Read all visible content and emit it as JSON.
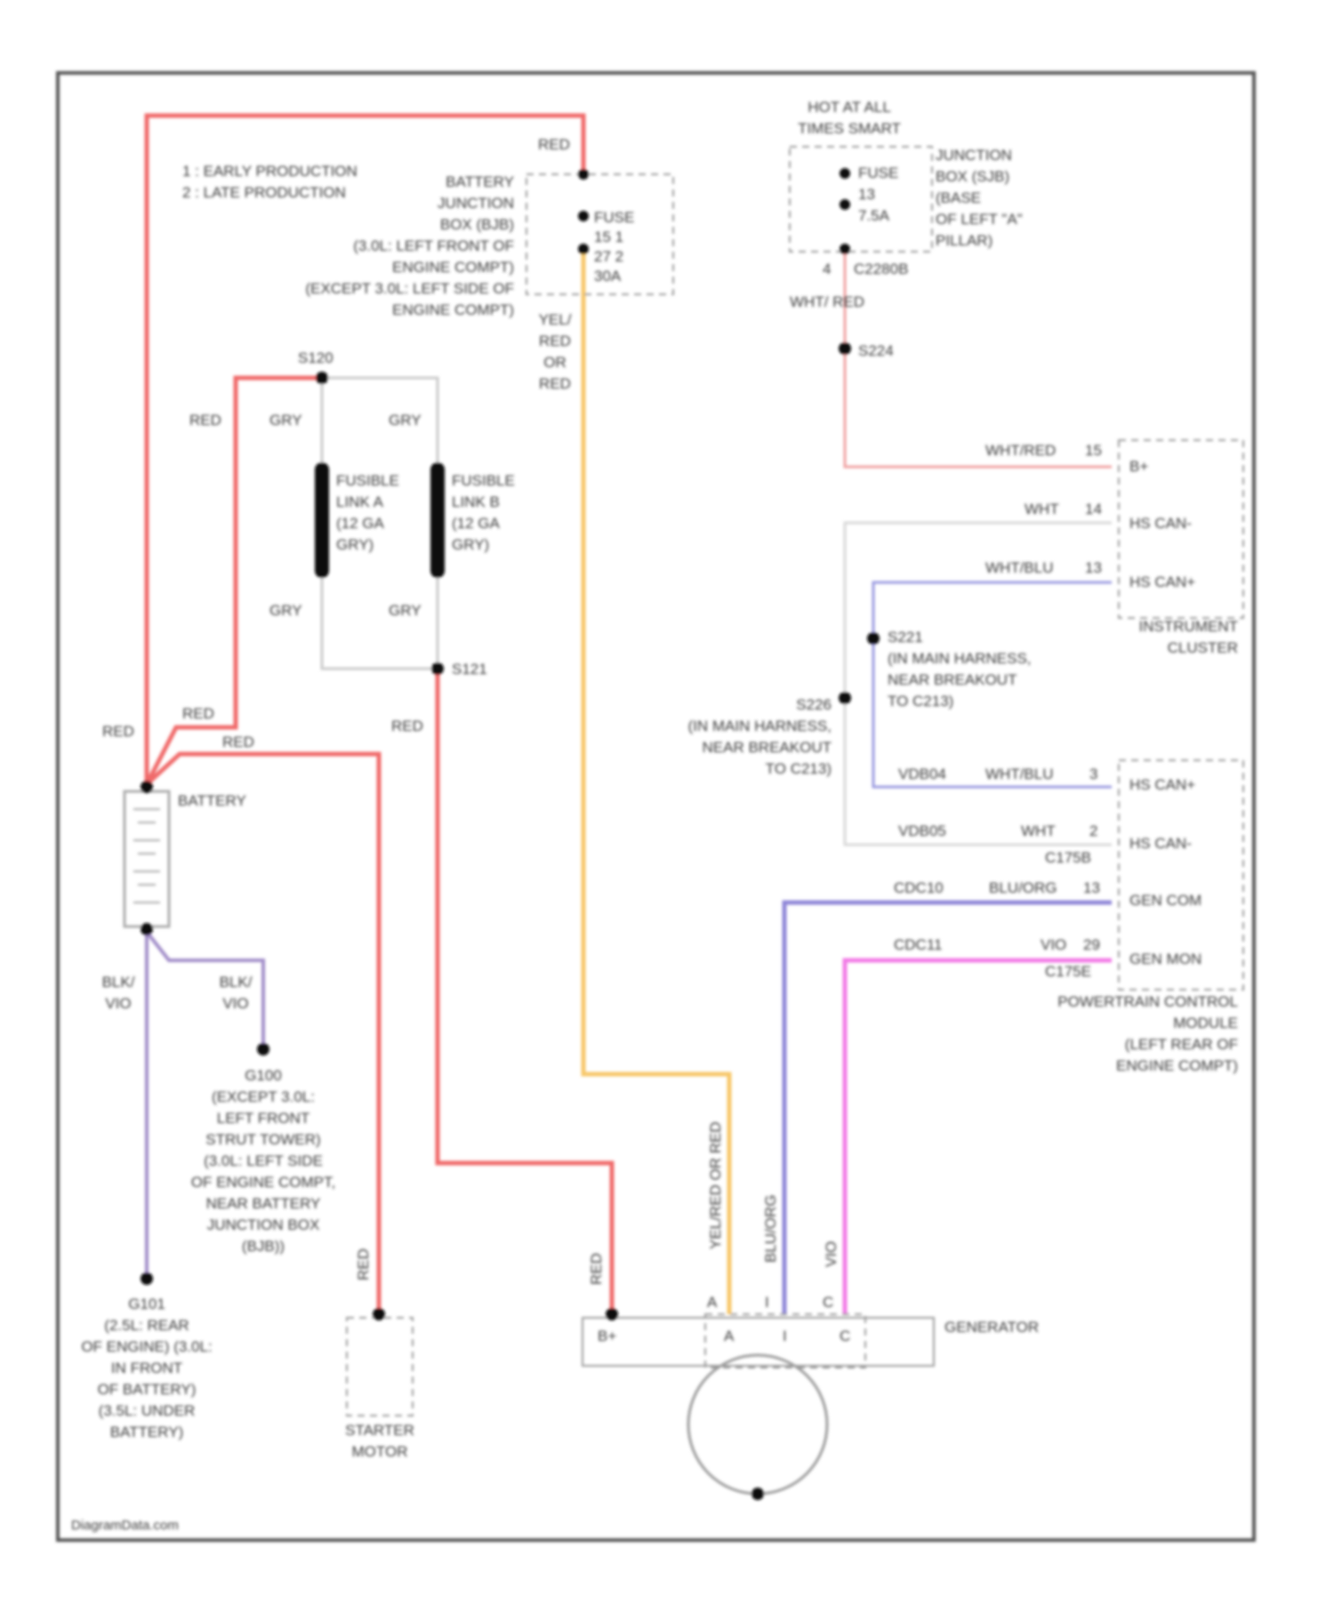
{
  "colors": {
    "red": "#f06a6a",
    "yellow": "#f7c769",
    "gray": "#c9c9c9",
    "purple": "#a08cc8",
    "blue_violet": "#8f86d8",
    "magenta": "#f27ae6",
    "frame": "#555555"
  },
  "notes": [
    "1 : EARLY PRODUCTION",
    "2 : LATE PRODUCTION"
  ],
  "bjb": {
    "lines": [
      "BATTERY",
      "JUNCTION",
      "BOX (BJB)",
      "(3.0L: LEFT FRONT OF",
      "ENGINE COMPT)",
      "(EXCEPT 3.0L: LEFT SIDE OF",
      "ENGINE COMPT)"
    ],
    "fuse": [
      "FUSE",
      "15  1",
      "27  2",
      "30A"
    ]
  },
  "hot_label": [
    "HOT AT ALL",
    "TIMES SMART"
  ],
  "sjb": {
    "fuse": [
      "FUSE",
      "13",
      "7.5A"
    ],
    "lines": [
      "JUNCTION",
      "BOX (SJB)",
      "(BASE",
      "OF LEFT \"A\"",
      "PILLAR)"
    ],
    "connector": "C2280B",
    "pin": "4"
  },
  "wires": {
    "red": "RED",
    "gry": "GRY",
    "wht_red": "WHT/ RED",
    "wht_red_pin": "WHT/RED",
    "yel_red": [
      "YEL/",
      "RED",
      "OR",
      "RED"
    ],
    "yel_red_vert": "YEL/RED  OR RED",
    "wht": "WHT",
    "wht_blu": "WHT/BLU",
    "blk_vio": [
      "BLK/",
      "VIO"
    ],
    "blu_org": "BLU/ORG",
    "vio": "VIO"
  },
  "splices": {
    "s120": "S120",
    "s121": "S121",
    "s224": "S224",
    "s221": [
      "S221",
      "(IN MAIN HARNESS,",
      "NEAR BREAKOUT",
      "TO C213)"
    ],
    "s226": [
      "S226",
      "(IN MAIN HARNESS,",
      "NEAR BREAKOUT",
      "TO C213)"
    ]
  },
  "fusible_a": [
    "FUSIBLE",
    "LINK A",
    "(12 GA",
    "GRY)"
  ],
  "fusible_b": [
    "FUSIBLE",
    "LINK B",
    "(12 GA",
    "GRY)"
  ],
  "battery_label": "BATTERY",
  "ground_g100": [
    "G100",
    "(EXCEPT 3.0L:",
    "LEFT FRONT",
    "STRUT TOWER)",
    "(3.0L: LEFT SIDE",
    "OF ENGINE COMPT,",
    "NEAR BATTERY",
    "JUNCTION BOX",
    "(BJB))"
  ],
  "ground_g101": [
    "G101",
    "(2.5L: REAR",
    "OF ENGINE) (3.0L:",
    "IN FRONT",
    "OF BATTERY)",
    "(3.5L: UNDER",
    "BATTERY)"
  ],
  "starter": [
    "STARTER",
    "MOTOR"
  ],
  "cluster": {
    "pins": [
      "B+",
      "HS CAN-",
      "HS CAN+"
    ],
    "pin_nums": [
      "15",
      "14",
      "13"
    ],
    "name": [
      "INSTRUMENT",
      "CLUSTER"
    ]
  },
  "pcm": {
    "pins": [
      "HS CAN+",
      "HS CAN-",
      "GEN COM",
      "GEN MON"
    ],
    "pin_nums": [
      "3",
      "2",
      "13",
      "29"
    ],
    "connectors": [
      "C175B",
      "C175E"
    ],
    "name": [
      "POWERTRAIN CONTROL",
      "MODULE",
      "(LEFT REAR OF",
      "ENGINE COMPT)"
    ],
    "circuits": [
      "VDB04",
      "VDB05",
      "CDC10",
      "CDC11"
    ]
  },
  "generator": {
    "name": "GENERATOR",
    "terms": [
      "B+",
      "A",
      "I",
      "C"
    ],
    "pins": [
      "A",
      "I",
      "C"
    ]
  },
  "watermark": "DiagramData.com"
}
